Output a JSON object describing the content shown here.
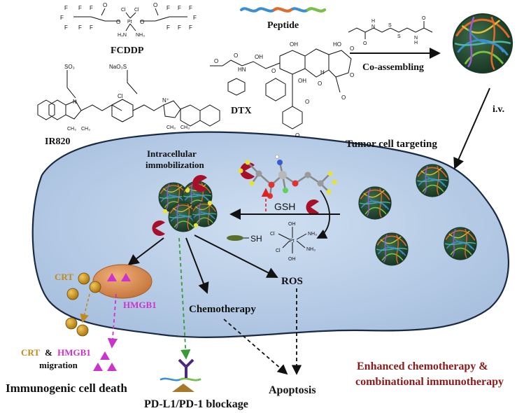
{
  "molecules": {
    "fcddp_label": "FCDDP",
    "ir820_label": "IR820",
    "dtx_label": "DTX",
    "peptide_label": "Peptide",
    "fcddp_atoms": [
      "F",
      "F",
      "F",
      "F",
      "F",
      "F",
      "F",
      "F",
      "F",
      "F",
      "F",
      "F",
      "F",
      "F",
      "O",
      "O",
      "O",
      "O",
      "Cl",
      "Cl",
      "Pt",
      "H₃N",
      "NH₃"
    ],
    "ir820_atoms": [
      "SO₃",
      "NaO₃S",
      "N",
      "N⁺",
      "Cl",
      "CH₃",
      "CH₃",
      "CH₃",
      "CH₃"
    ],
    "dtx_atoms": [
      "O",
      "O",
      "HN",
      "OH",
      "OH",
      "HO",
      "O",
      "O",
      "OH",
      "O",
      "O",
      "O",
      "H",
      "O",
      "O"
    ],
    "crosslinker_atoms": [
      "O",
      "N",
      "H",
      "S",
      "S",
      "N",
      "H",
      "O"
    ]
  },
  "process": {
    "coassembling_label": "Co-assembling",
    "iv_label": "i.v.",
    "tumor_targeting_label": "Tumor cell targeting"
  },
  "cell": {
    "intracellular_label_line1": "Intracellular",
    "intracellular_label_line2": "immobilization",
    "gsh_label": "GSH",
    "sh_label": "SH",
    "pt_complex_atoms": [
      "OH",
      "Cl",
      "Cl",
      "Pt",
      "NH₃",
      "NH₃",
      "OH"
    ],
    "crt_label": "CRT",
    "hmgb1_label": "HMGB1",
    "ros_label": "ROS",
    "chemotherapy_label": "Chemotherapy"
  },
  "outcomes": {
    "migration_crt": "CRT",
    "migration_amp": "&",
    "migration_hmgb1": "HMGB1",
    "migration_word": "migration",
    "icd_label": "Immunogenic cell death",
    "pdl1_label": "PD-L1/PD-1 blockage",
    "apoptosis_label": "Apoptosis",
    "enhanced_line1": "Enhanced chemotherapy &",
    "enhanced_line2": "combinational immunotherapy"
  },
  "colors": {
    "cell_fill": "#b9cfe8",
    "cell_stroke": "#1b2a44",
    "crt_gold": "#c08a1c",
    "hmgb1_magenta": "#cc33cc",
    "enhanced_red": "#8b1a1a",
    "pacman_red": "#a8102a",
    "nucleus_orange": "#d9894a",
    "green_dash": "#3a9a3a"
  },
  "icons": [
    "nanoparticle-icon",
    "pacman-gsh-icon",
    "crt-sphere-icon",
    "hmgb1-triangle-icon",
    "antibody-icon",
    "peptide-strand-icon",
    "ball-stick-molecule-icon",
    "nucleus-icon"
  ]
}
